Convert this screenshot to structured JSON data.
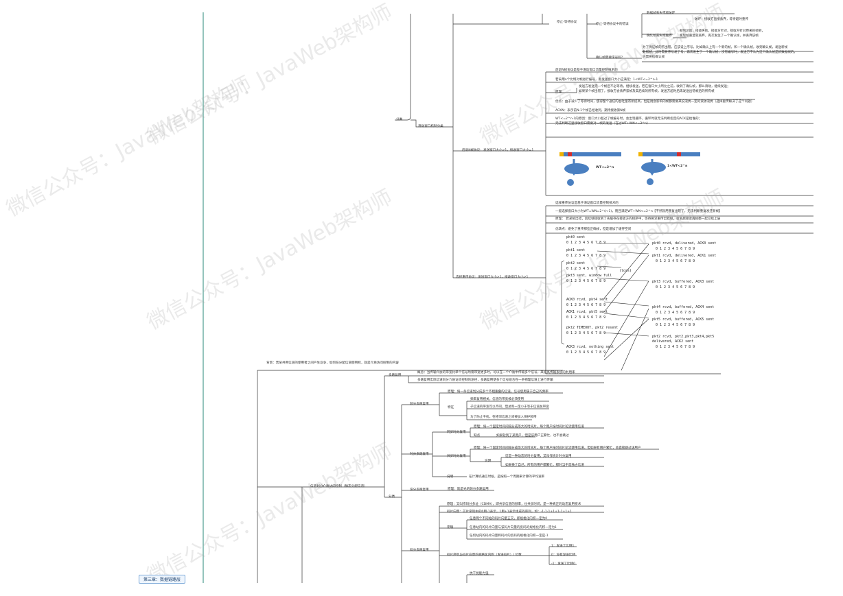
{
  "watermark": [
    "微信公众号：JavaWeb架构师",
    "微信公众号：JavaWeb架构师",
    "微信公众号：JavaWeb架构师",
    "微信公众号：JavaWeb架构师",
    "微信公众号：JavaWeb架构师",
    "微信公众号：JavaWeb架构师"
  ],
  "chapter_label": "第三章：数据链路层",
  "top": {
    "fenlei": "分类",
    "hdck": "滑动窗口机制分类",
    "stop_wait": "停止-等待协议",
    "stop_wait_err": "停止-等待协议中的错误",
    "data_lost": "数据帧丢失或者破坏",
    "timeout": "破坏：接收方直接丢弃，等待超时重传",
    "ack_lost": "确认帧丢失或破坏",
    "ack_lost_desc": [
      "帧到达后，接收失败，接收方针对，接收方针对原来的帧到，",
      "发现帧重复就丢弃，再次发生了一个确认帧，并丢弃该帧"
    ],
    "seq_why": "确认帧需要序号吗？",
    "seq_why_desc": [
      "为了保证帧的不出错，应该设上序号，比如确认上有一个新的帧，和一个确认帧，收到确认帧，发送新帧",
      "数据帧，此时需要序号发了号，再次发生了一个确认帧，没有编号时，发送方不认为这个确认帧是新数据帧的，",
      "只需要给确认帧"
    ],
    "gbn_intro": "后退N帧协议是基于滑动窗口流量控制技术的",
    "gbn_wt": "若采用n个比特对帧进行编号，则发送窗口大小应满足：1<WT<=2^n-1",
    "gbn_principle": "原理",
    "gbn_principle_desc": [
      "发送方发送完一个帧后不必等待，继续发送，若在窗口大小所允之前，收到了确认帧，那么滑动，继续发送；",
      "如果某个帧出错了，接收方会丢弃该帧及其后续的所有帧，发送方超时后再发送出错帧后的所有帧"
    ],
    "gbn_adv": "优点：由于减少了等待时间，使得整个通信的吞吐量有所提高，但是用会影响的帧都需要来说浪费一定的资源浪费（选择重传解决了这个问题）",
    "gbn_ackn": "ACKN：表示前N-1个帧已经收到，期待接收第N帧",
    "gbn_why": [
      "WT<=2^n-1的原因：窗口大小超过了帧编号时，会出现循环，循环时就无法判断指定的ACK是给谁的；",
      "无法判断这里接收窗口需要对一帧的发送（在过WT+WN<=2^n）"
    ],
    "gbn_node": "后退N帧协议：发送窗口大小>1，接收窗口大小=1",
    "diagram_left_label": "WT<=2^n",
    "diagram_right_label": "1<WT<2^n",
    "sr_intro": "选择重传协议是基于滑动窗口流量控制技术的",
    "sr_size": "一般选择窗口大小为WT=WN=2^(n-1)，而且满足WT+WN<=2^n【不然就用重复出现了，无法判断重复发还新帧】",
    "sr_principle": "原理：    若某帧出错，后续帧接收到了先缓存在接收方的帧序中，等待要求重传出错帧，收到后接收再帧都一起交给上层",
    "sr_adv": "优缺点：避免了重传那些正确帧，但是增加了缓存空间",
    "sr_node": "选择重传协议：发送窗口大小>1，接收窗口大小>1",
    "sr_seq": "0 1 2 3 4 5 6 7 8 9"
  },
  "sr_diagram": {
    "left": [
      "pkt0 sent",
      "pkt1 sent",
      "pkt2 sent",
      "pkt3 sent, window full",
      "ACK0 rcvd, pkt4 sent",
      "ACK1 rcvd, pkt5 sent",
      "pkt2 TIMEOUT, pkt2 resent",
      "ACK3 rcvd, nothing sent"
    ],
    "right": [
      "pkt0 rcvd, delivered, ACK0 sent",
      "pkt1 rcvd, delivered, ACK1 sent",
      "pkt3 rcvd, buffered, ACK3 sent",
      "pkt4 rcvd, buffered, ACK4 sent",
      "pkt5 rcvd, buffered, ACK5 sent",
      "pkt2 rcvd, pkt2,pkt3,pkt4,pkt5",
      "delivered, ACK2 sent"
    ],
    "loss": "(loss)"
  },
  "bottom": {
    "background": "背景：若某共用信道的使用者之间产生竞争，如何在分配信道使用权，就是介质访问控制的内容",
    "duolu": "多路复用",
    "duolu_desc": [
      "概念：当传输介质的带宽比单个信号所需带宽更多时，可以在一个介质中传输多个信号，来提高传输系统的利用率",
      "多路复用实际信道划分介质访问控制的途径，多路复用使多个信号组合在一条物理信道上进行传输"
    ],
    "pinfen": "频分多路复用",
    "pinfen_principle": "原理：将一条信道划分成多个不相重叠的信道，信号使用属于自己的频率",
    "tezheng": "特征",
    "tezheng_items": [
      "频率复用相关，信道的带宽被必须使用",
      "子信道的带宽可以不同，但总和一定小于等于信道总带宽",
      "为了防止干扰，在相邻信道之间要加入保护频带"
    ],
    "tongbu": "同步时分复用",
    "tongbu_principle": "原理：将一个固定时间间隔分成等大的时间片，每个用户按时间片轮流使用信道",
    "quedian": "缺点",
    "quedian_desc": "如果轮到了某用户，但是该用户正繁忙，也不会跳过",
    "shifen": "时分多路复用",
    "yibu": "异步时分复用",
    "yibu_principle": "原理：将一个固定时间间隔分成等大的时间片，每个用户按时间片轮流使用信道，但如果有用户繁忙，会直接跳过该用户",
    "shuoming": "说明",
    "yibu_items": [
      "这是一种动态的时分复用，又叫作统计时分复用",
      "如果换了自己，所有的用户都繁忙，那时当于是独占信道"
    ],
    "shifen_shuoming": "在计算机通信时候，是按照一个周期来计算的平均速率",
    "bofen": "波分多路复用",
    "bofen_principle": "原理：就是光的频分多路复用",
    "jingtai": "信道划分介质访问控制（静态分配信道）",
    "fenlei": "分类",
    "mafen": "码分多路复用",
    "mafen_principle": "原理：又叫作码分多址（CDMA），即共享信道的频率，也共享时间，是一种真正的动态复用技术",
    "xinpian": "码片向量：芯片序列中的0用-1表示，1用+1表示组成的序列，如：-1-1-1+1+1-1+1+1",
    "dingli": "定理",
    "dingli_items": [
      "任意两个不同站的码片向量正交，即规格化内积一定为0",
      "任意站内的码片向量与该码片向量的反码的规格化内积一定为1",
      "任何站内的码片向量和码片的反码的规格化内积一定是-1"
    ],
    "guiyi": "码片序列与码片向量的规格化内积（发送码片）/ 位数",
    "guiyi_items": [
      "1：发送了比特1",
      "0：没有发送比特",
      "-1：发送了比特0"
    ],
    "kanggan": "抗干扰能力强"
  }
}
